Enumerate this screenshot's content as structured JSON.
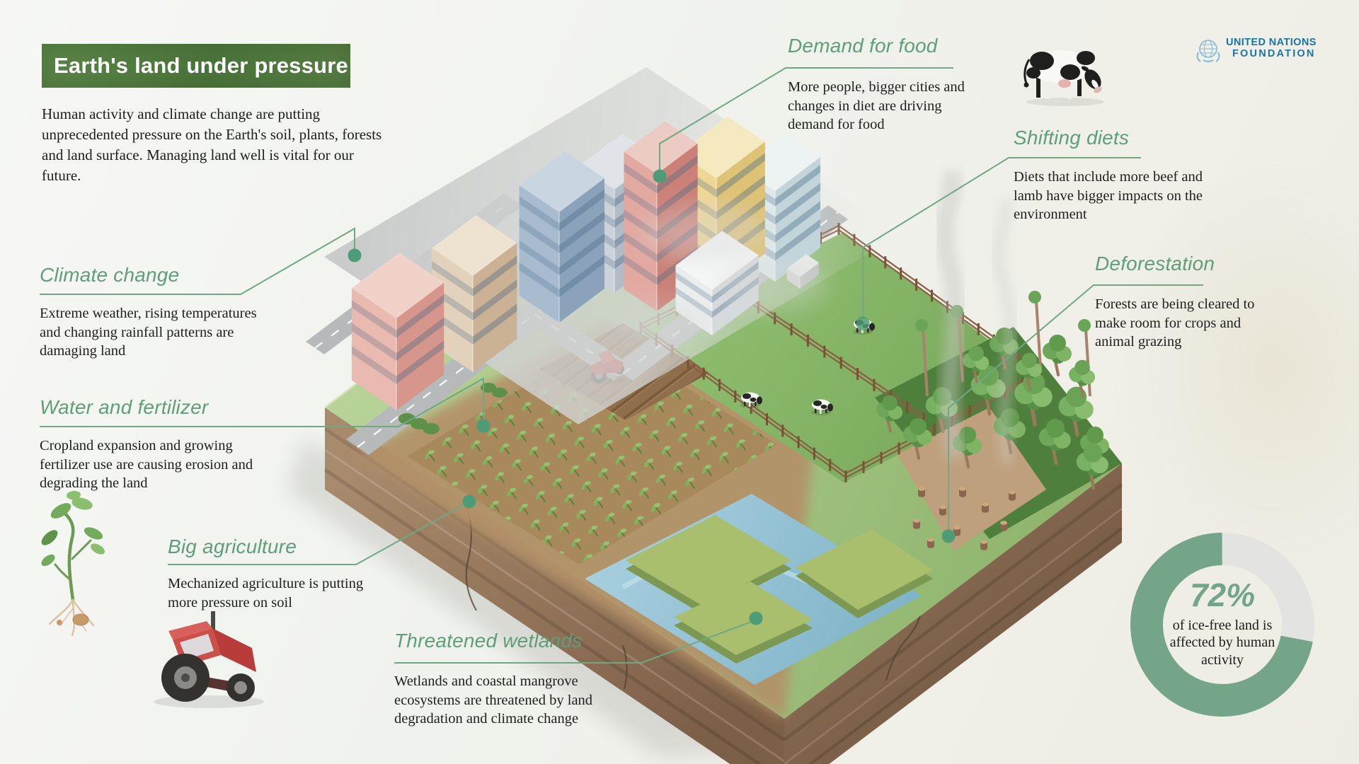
{
  "header": {
    "title": "Earth's land under pressure",
    "intro": "Human activity and climate change are putting unprecedented pressure on the Earth's soil, plants, forests and land surface. Managing land well is vital for our future."
  },
  "logo": {
    "line1": "UNITED NATIONS",
    "line2": "FOUNDATION",
    "color": "#1a74a6"
  },
  "callouts": {
    "climate_change": {
      "heading": "Climate change",
      "body": "Extreme weather, rising temperatures and changing rainfall patterns are damaging land"
    },
    "water_fertilizer": {
      "heading": "Water and fertilizer",
      "body": "Cropland expansion and growing fertilizer use are causing erosion and degrading the land"
    },
    "big_agriculture": {
      "heading": "Big agriculture",
      "body": "Mechanized agriculture is putting more pressure on soil"
    },
    "threatened_wetlands": {
      "heading": "Threatened wetlands",
      "body": "Wetlands and coastal mangrove ecosystems are threatened by land degradation and climate change"
    },
    "demand_food": {
      "heading": "Demand for food",
      "body": "More people, bigger cities and changes in diet are driving demand for food"
    },
    "shifting_diets": {
      "heading": "Shifting diets",
      "body": "Diets that include more beef and lamb have bigger impacts on the environment"
    },
    "deforestation": {
      "heading": "Deforestation",
      "body": "Forests are being cleared to make room for crops and animal grazing"
    }
  },
  "stat": {
    "value": "72%",
    "caption": "of ice-free land is affected by human activity"
  },
  "chart_data": {
    "type": "pie",
    "title": "72%",
    "caption": "of ice-free land is affected by human activity",
    "labels": [
      "Ice-free land affected by human activity",
      "Remainder"
    ],
    "values": [
      72,
      28
    ],
    "colors": [
      "#74a588",
      "#e3e3e1"
    ],
    "legend_position": "none"
  },
  "icons": {
    "plant": "plant-sprout-icon",
    "tractor": "tractor-icon",
    "cow": "cow-icon",
    "un_emblem": "un-emblem-icon"
  },
  "colors": {
    "accent_green": "#5f9e7a",
    "line_green": "#6fa883",
    "dot_green": "#4d9c77",
    "banner_green": "#567f44",
    "donut_green": "#74a588",
    "donut_gray": "#e3e3e1",
    "logo_blue": "#1a74a6"
  }
}
